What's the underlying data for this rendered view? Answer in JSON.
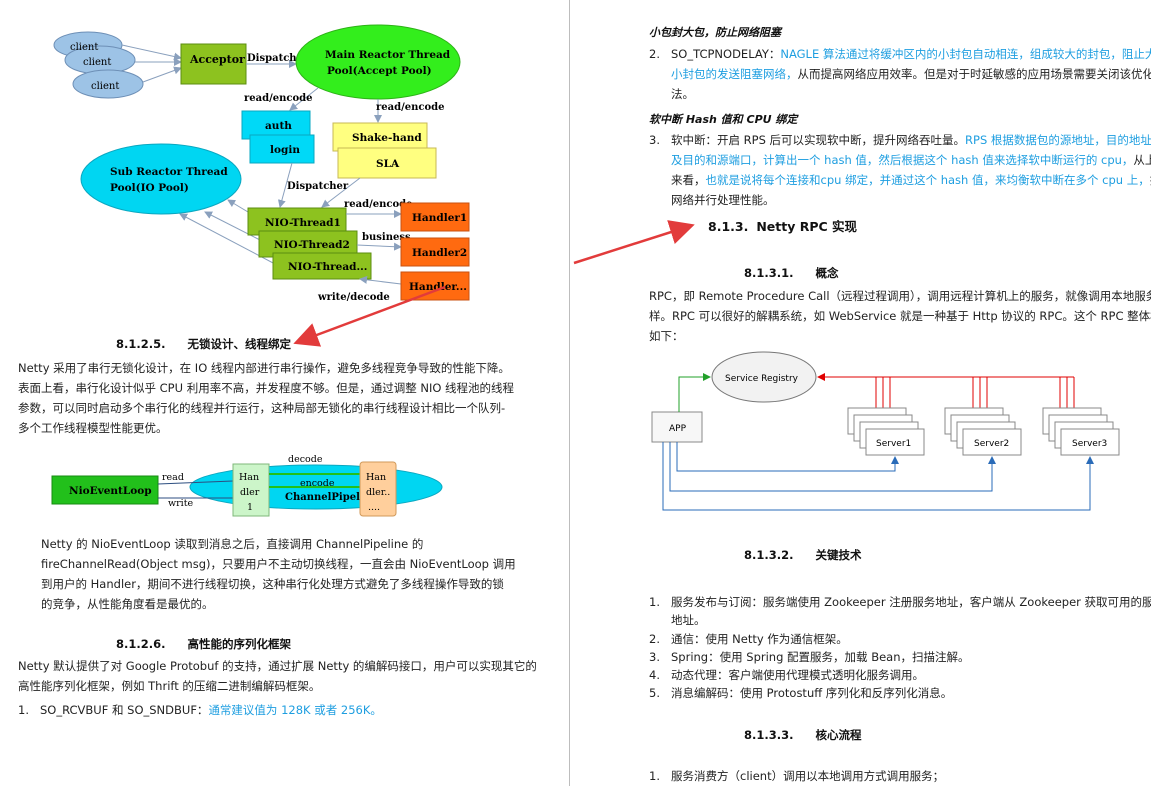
{
  "reactor_diagram": {
    "clients": [
      "client",
      "client",
      "client"
    ],
    "acceptor": "Acceptor",
    "dispatcher_top": "Dispatcher",
    "main_reactor": [
      "Main Reactor Thread",
      "Pool(Accept Pool)"
    ],
    "rw_left": "read/encode",
    "rw_right": "read/encode",
    "auth": "auth",
    "login": "login",
    "shake_hand": "Shake-hand",
    "sla": "SLA",
    "sub_reactor": [
      "Sub  Reactor  Thread",
      "Pool(IO Pool)"
    ],
    "dispatcher_mid": "Dispatcher",
    "nio_threads": [
      "NIO-Thread1",
      "NIO-Thread2",
      "NIO-Thread..."
    ],
    "rw_handler": "read/encode",
    "business": "business",
    "handlers": [
      "Handler1",
      "Handler2",
      "Handler..."
    ],
    "write_decode": "write/decode"
  },
  "left": {
    "sec_8125": {
      "num": "8.1.2.5.",
      "title": "无锁设计、线程绑定"
    },
    "para1": [
      "Netty 采用了串行无锁化设计，在 IO 线程内部进行串行操作，避免多线程竞争导致的性能下降。",
      "表面上看，串行化设计似乎 CPU 利用率不高，并发程度不够。但是，通过调整 NIO 线程池的线程",
      "参数，可以同时启动多个串行化的线程并行运行，这种局部无锁化的串行线程设计相比一个队列-",
      "多个工作线程模型性能更优。"
    ],
    "pipeline_diagram": {
      "loop": "NioEventLoop",
      "read": "read",
      "write": "write",
      "decode": "decode",
      "encode": "encode",
      "pipeline": "ChannelPipeline",
      "handler1": [
        "Han",
        "dler",
        "1"
      ],
      "handler2": [
        "Han",
        "dler..",
        "...."
      ]
    },
    "para2": [
      "Netty 的 NioEventLoop 读取到消息之后，直接调用 ChannelPipeline 的",
      "fireChannelRead(Object msg)，只要用户不主动切换线程，一直会由 NioEventLoop 调用",
      "到用户的 Handler，期间不进行线程切换，这种串行化处理方式避免了多线程操作导致的锁",
      "的竞争，从性能角度看是最优的。"
    ],
    "sec_8126": {
      "num": "8.1.2.6.",
      "title": "高性能的序列化框架"
    },
    "para3": [
      "Netty 默认提供了对 Google Protobuf 的支持，通过扩展 Netty 的编解码接口，用户可以实现其它的",
      "高性能序列化框架，例如 Thrift 的压缩二进制编解码框架。"
    ],
    "item1": {
      "num": "1.",
      "text": "SO_RCVBUF 和 SO_SNDBUF：",
      "blue": "通常建议值为 128K 或者 256K。"
    }
  },
  "right": {
    "italic1": "小包封大包，防止网络阻塞",
    "item2": {
      "num": "2.",
      "line1_plain": "SO_TCPNODELAY：",
      "line1_blue": "NAGLE 算法通过将缓冲区内的小封包自动相连，组成较大的封包，阻止大量",
      "line2_blue": "小封包的发送阻塞网络，",
      "line2_plain": "从而提高网络应用效率。但是对于时延敏感的应用场景需要关闭该优化算",
      "line3": "法。"
    },
    "italic2": "软中断 Hash 值和 CPU 绑定",
    "item3": {
      "num": "3.",
      "line1_plain": "软中断：开启 RPS 后可以实现软中断，提升网络吞吐量。",
      "line1_blue": "RPS 根据数据包的源地址，目的地址以",
      "line2_blue": "及目的和源端口，计算出一个 hash 值，然后根据这个 hash 值来选择软中断运行的 cpu，",
      "line2_plain": "从上层",
      "line3_plain": "来看，",
      "line3_blue": "也就是说将每个连接和cpu 绑定，并通过这个 hash 值，来均衡软中断在多个 cpu 上，",
      "line3_plain2": "提升",
      "line4": "网络并行处理性能。"
    },
    "sec_813": {
      "num": "8.1.3.",
      "title": "Netty RPC 实现"
    },
    "sec_8131": {
      "num": "8.1.3.1.",
      "title": "概念"
    },
    "rpc_para": [
      "RPC，即 Remote Procedure Call（远程过程调用），调用远程计算机上的服务，就像调用本地服务一",
      "样。RPC 可以很好的解耦系统，如 WebService 就是一种基于 Http 协议的 RPC。这个 RPC 整体框架",
      "如下："
    ],
    "rpc_diagram": {
      "registry": "Service Registry",
      "app": "APP",
      "servers": [
        "Server1",
        "Server2",
        "Server3"
      ]
    },
    "sec_8132": {
      "num": "8.1.3.2.",
      "title": "关键技术"
    },
    "key_items": [
      {
        "num": "1.",
        "text": "服务发布与订阅：服务端使用 Zookeeper 注册服务地址，客户端从 Zookeeper 获取可用的服务"
      },
      {
        "num": "",
        "text": "地址。"
      },
      {
        "num": "2.",
        "text": "通信：使用 Netty 作为通信框架。"
      },
      {
        "num": "3.",
        "text": "Spring：使用 Spring 配置服务，加载 Bean，扫描注解。"
      },
      {
        "num": "4.",
        "text": "动态代理：客户端使用代理模式透明化服务调用。"
      },
      {
        "num": "5.",
        "text": "消息编解码：使用 Protostuff 序列化和反序列化消息。"
      }
    ],
    "sec_8133": {
      "num": "8.1.3.3.",
      "title": "核心流程"
    },
    "flow_item1": {
      "num": "1.",
      "text": "服务消费方（client）调用以本地调用方式调用服务；"
    }
  },
  "colors": {
    "arrow_red": "#e23b3b",
    "link_blue": "#1e9ee0",
    "green_box": "#22c01b",
    "cyan": "#00d6f2",
    "orange": "#ff6a10",
    "yellow": "#ffff80"
  }
}
